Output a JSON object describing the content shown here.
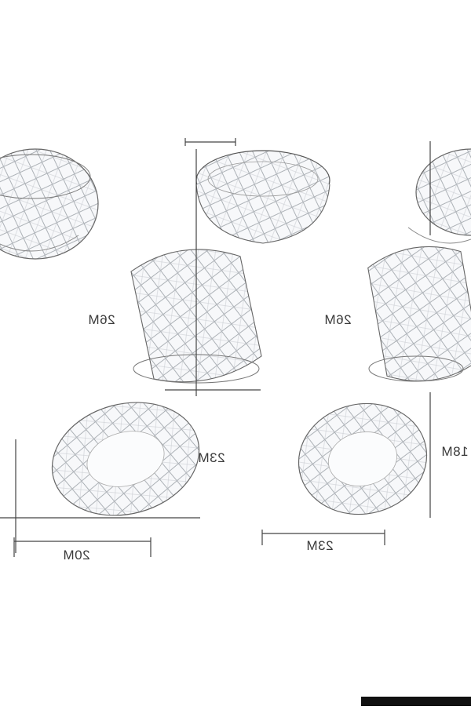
{
  "dimensions": {
    "left_height": "26M",
    "left_width": "23M",
    "left_depth": "20M",
    "right_height": "26M",
    "right_width": "23M",
    "right_depth": "18M"
  },
  "colors": {
    "background": "#ffffff",
    "line": "#555555",
    "glass_fill": "#f4f6f8",
    "label": "#3a3a3a"
  }
}
